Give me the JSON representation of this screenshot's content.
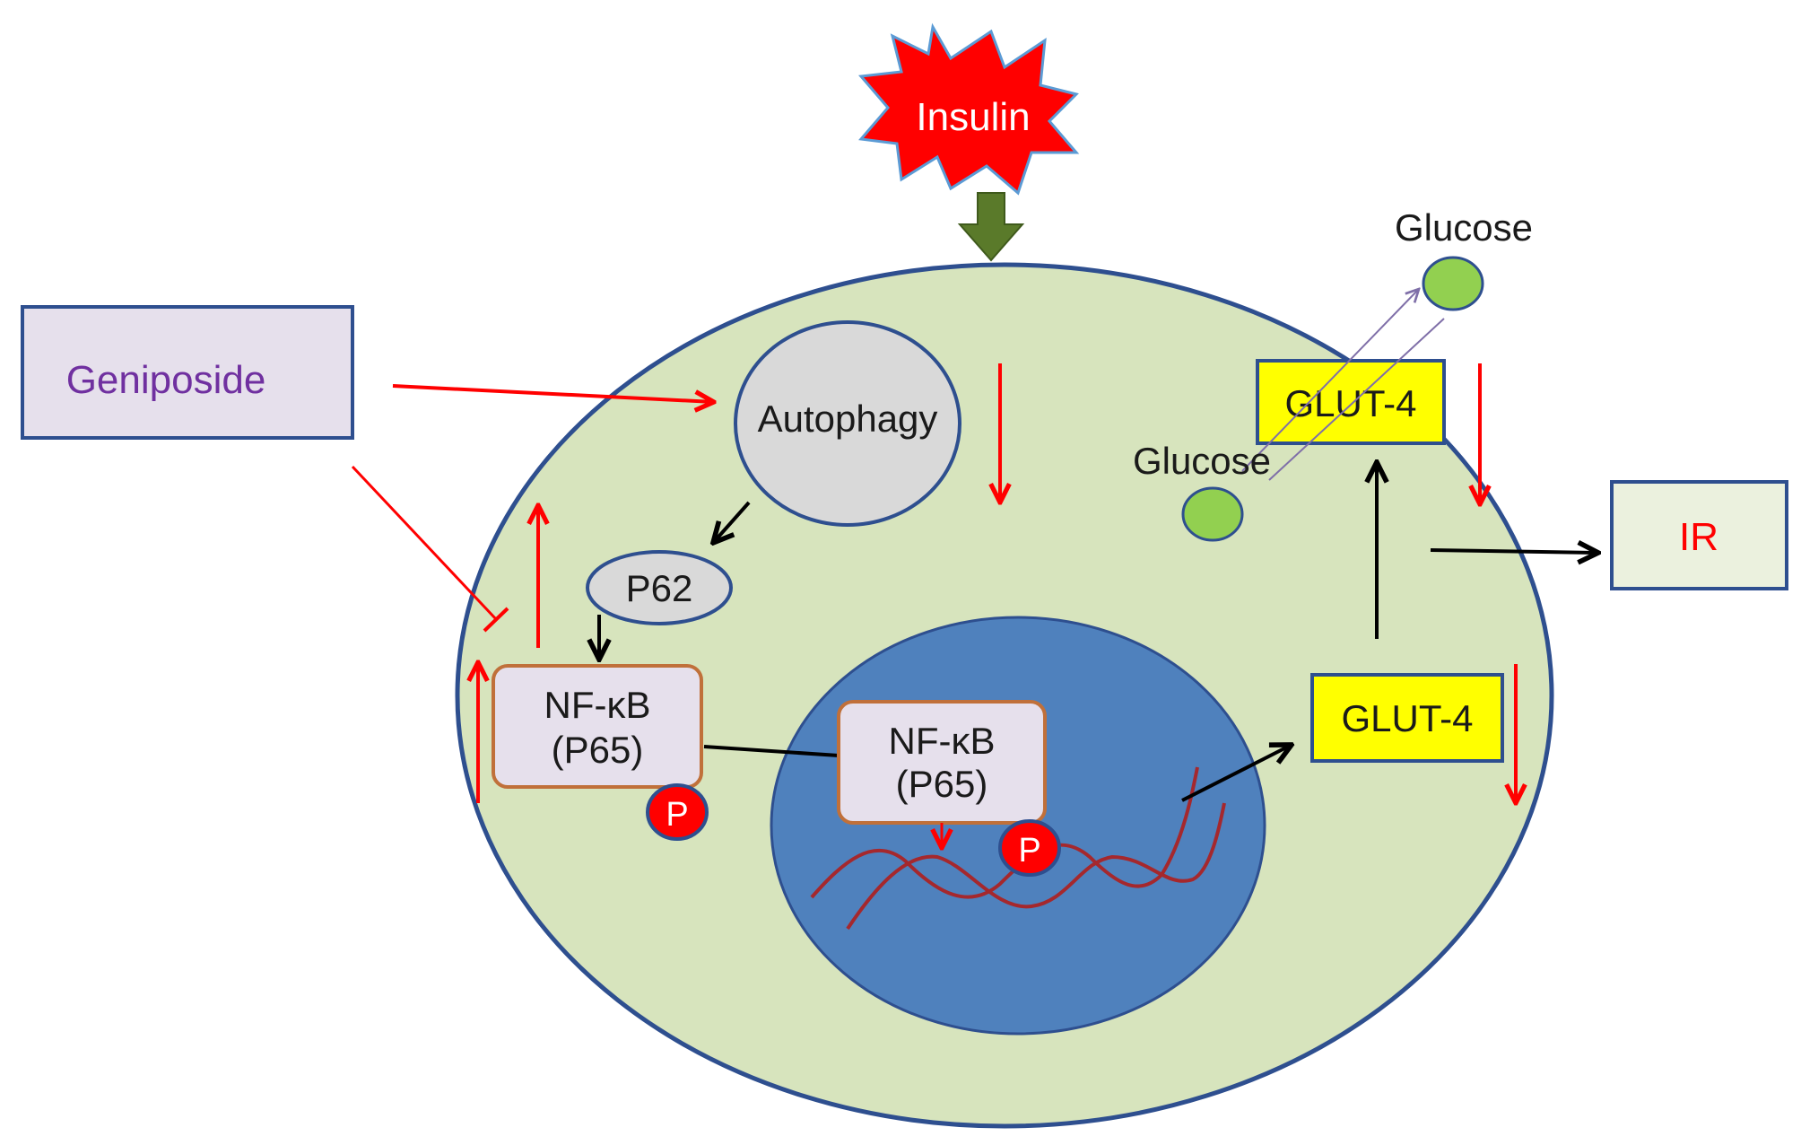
{
  "labels": {
    "insulin": "Insulin",
    "geniposide": "Geniposide",
    "autophagy": "Autophagy",
    "p62": "P62",
    "nfkb_cyto_line1": "NF-κB",
    "nfkb_cyto_line2": "(P65)",
    "nfkb_nuc_line1": "NF-κB",
    "nfkb_nuc_line2": "(P65)",
    "phospho_cyto": "P",
    "phospho_nuc": "P",
    "glut4_membrane": "GLUT-4",
    "glut4_cyto": "GLUT-4",
    "glucose_outside": "Glucose",
    "glucose_inside": "Glucose",
    "ir": "IR"
  },
  "colors": {
    "cell_fill": "#d7e4bd",
    "cell_stroke": "#2e4f8f",
    "nucleus_fill": "#4f81bd",
    "insulin_fill": "#ff0000",
    "insulin_arrow": "#5a7a2a",
    "geniposide_box": "#e6e0ec",
    "geniposide_text": "#7030a0",
    "autophagy_fill": "#d9d9d9",
    "nfkb_fill": "#e6e0ec",
    "nfkb_stroke": "#c0703a",
    "glut4_fill": "#ffff00",
    "glucose_fill": "#92d050",
    "ir_box": "#ebf1de",
    "ir_text": "#ff0000",
    "red_arrow": "#ff0000",
    "black_arrow": "#000000",
    "dna": "#a5282d"
  }
}
